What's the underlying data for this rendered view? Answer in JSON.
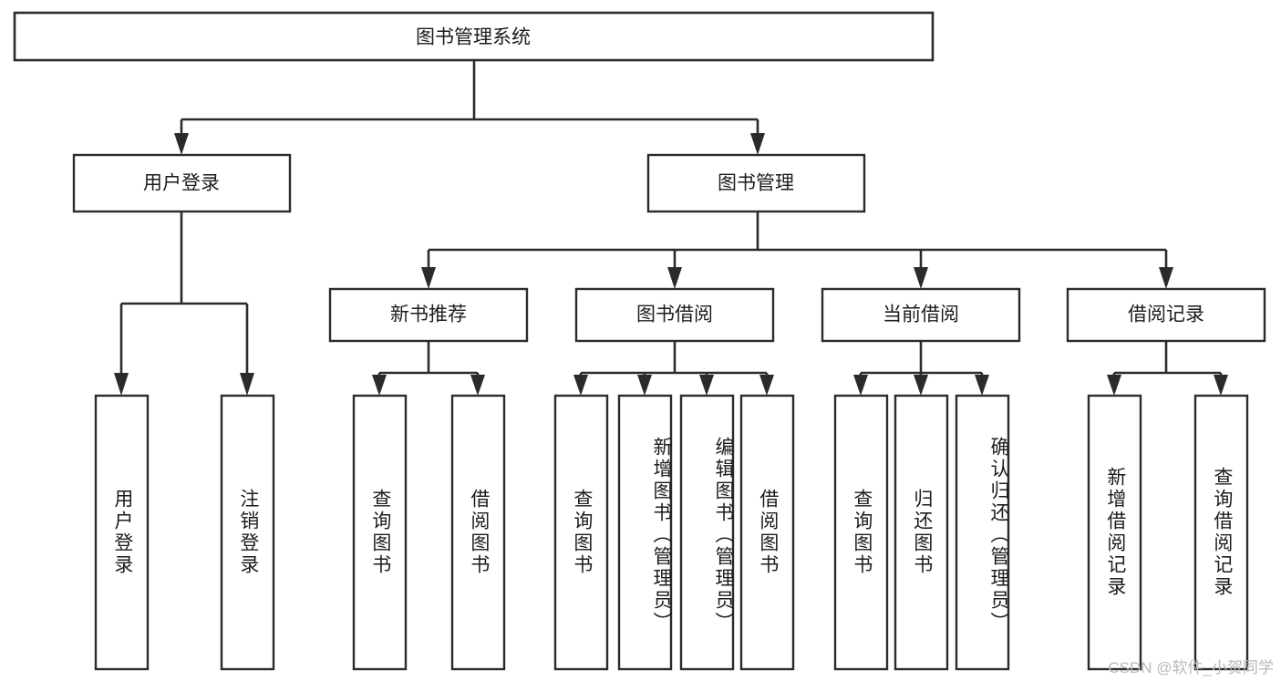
{
  "diagram": {
    "title": "图书管理系统",
    "watermark": "CSDN @软件_小贺同学",
    "colors": {
      "stroke": "#2b2b2b",
      "fill": "#ffffff",
      "text": "#1c1c1c",
      "watermark": "#b9b9b9"
    },
    "levels": {
      "root": {
        "label": "图书管理系统"
      },
      "level2": [
        {
          "label": "用户登录"
        },
        {
          "label": "图书管理"
        }
      ],
      "level3": [
        {
          "label": "新书推荐"
        },
        {
          "label": "图书借阅"
        },
        {
          "label": "当前借阅"
        },
        {
          "label": "借阅记录"
        }
      ],
      "leaves": {
        "user_login": [
          {
            "label": "用户登录"
          },
          {
            "label": "注销登录"
          }
        ],
        "new_book": [
          {
            "label": "查询图书"
          },
          {
            "label": "借阅图书"
          }
        ],
        "book_borrow": [
          {
            "label": "查询图书"
          },
          {
            "label": "新增图书（管理员）"
          },
          {
            "label": "编辑图书（管理员）"
          },
          {
            "label": "借阅图书"
          }
        ],
        "current_borrow": [
          {
            "label": "查询图书"
          },
          {
            "label": "归还图书"
          },
          {
            "label": "确认归还（管理员）"
          }
        ],
        "borrow_record": [
          {
            "label": "新增借阅记录"
          },
          {
            "label": "查询借阅记录"
          }
        ]
      }
    }
  }
}
